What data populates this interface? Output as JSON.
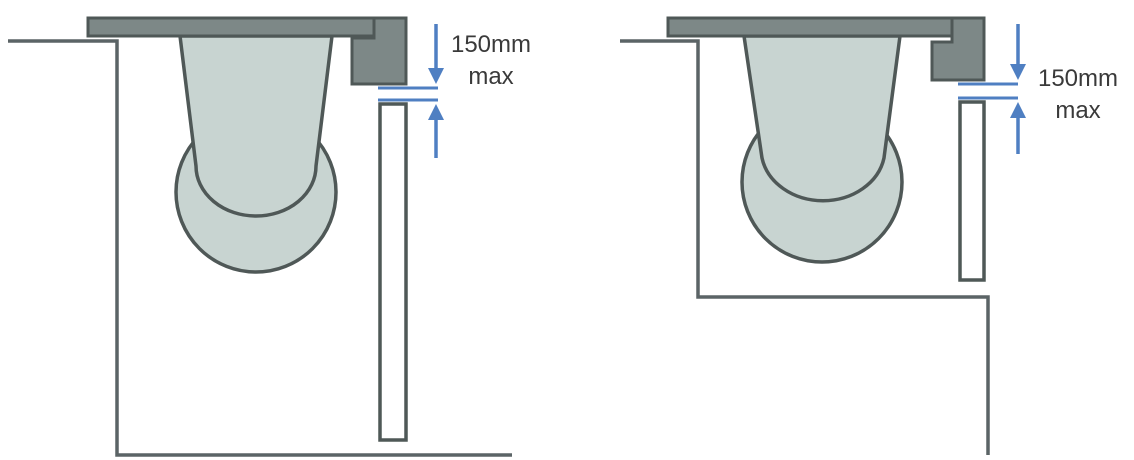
{
  "diagrams": [
    {
      "id": "left",
      "dimension_label_line1": "150mm",
      "dimension_label_line2": "max"
    },
    {
      "id": "right",
      "dimension_label_line1": "150mm",
      "dimension_label_line2": "max"
    }
  ],
  "colors": {
    "outline": "#5b6466",
    "plate": "#7d8887",
    "wheel": "#c8d4d1",
    "dimension_arrow": "#4f7fc2"
  }
}
